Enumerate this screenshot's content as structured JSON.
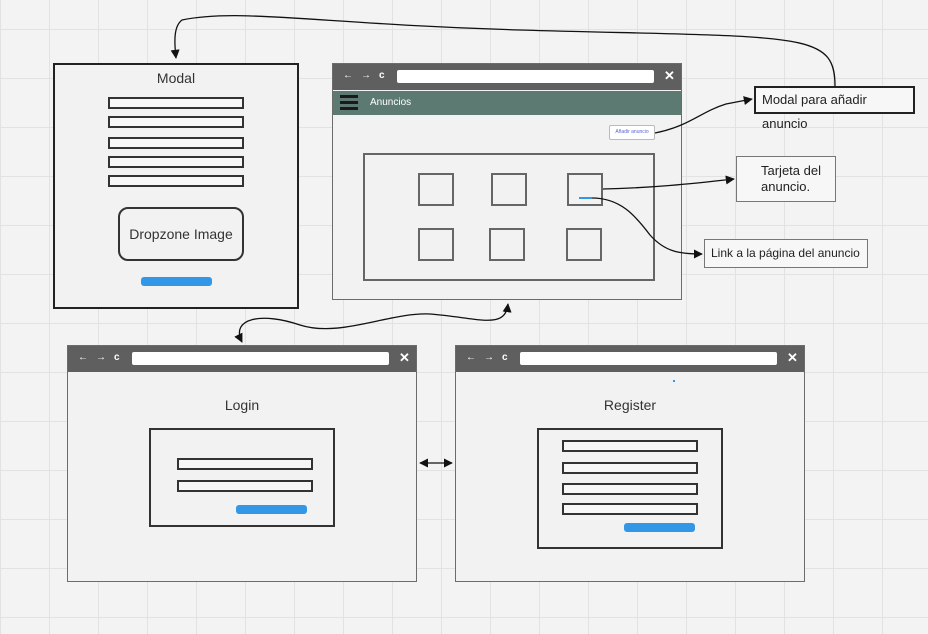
{
  "modal": {
    "title": "Modal",
    "dropzone_label": "Dropzone Image"
  },
  "anuncios_window": {
    "nav": {
      "back": "←",
      "forward": "→",
      "reload": "c",
      "close": "✕"
    },
    "header_title": "Anuncios",
    "add_button_label": "Añadir anuncio"
  },
  "login_window": {
    "nav": {
      "back": "←",
      "forward": "→",
      "reload": "c",
      "close": "✕"
    },
    "title": "Login"
  },
  "register_window": {
    "nav": {
      "back": "←",
      "forward": "→",
      "reload": "c",
      "close": "✕"
    },
    "title": "Register"
  },
  "callouts": {
    "modal_add": "Modal para añadir anuncio",
    "card": "Tarjeta del anuncio.",
    "link": "Link a la página del anuncio"
  },
  "colors": {
    "accent_blue": "#3397e8",
    "header_green": "#5c7a72",
    "browser_bar": "#5f5f5f",
    "canvas": "#f3f3f3"
  }
}
